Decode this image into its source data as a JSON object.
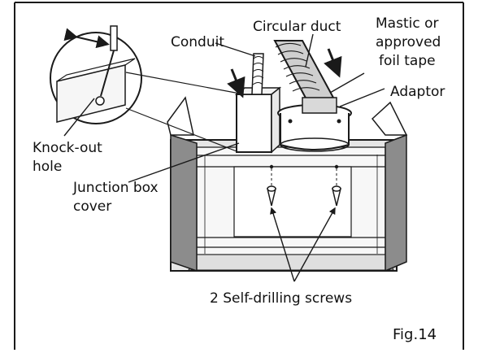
{
  "labels": {
    "conduit": "Conduit",
    "circular_duct": "Circular duct",
    "mastic_1": "Mastic or",
    "mastic_2": "approved",
    "mastic_3": "foil tape",
    "adaptor": "Adaptor",
    "knockout_1": "Knock-out",
    "knockout_2": "hole",
    "junction_1": "Junction box",
    "junction_2": "cover",
    "screws": "2 Self-drilling screws",
    "figure": "Fig.14"
  },
  "colors": {
    "line": "#1a1a1a",
    "hood_body": "#e6e6e6",
    "hood_inner": "#f7f7f7",
    "side_panels": "#8c8c8c",
    "duct_mid": "#cfcfcf"
  },
  "icons": {
    "screwdriver": "screwdriver-icon",
    "arrow": "arrow-icon"
  }
}
